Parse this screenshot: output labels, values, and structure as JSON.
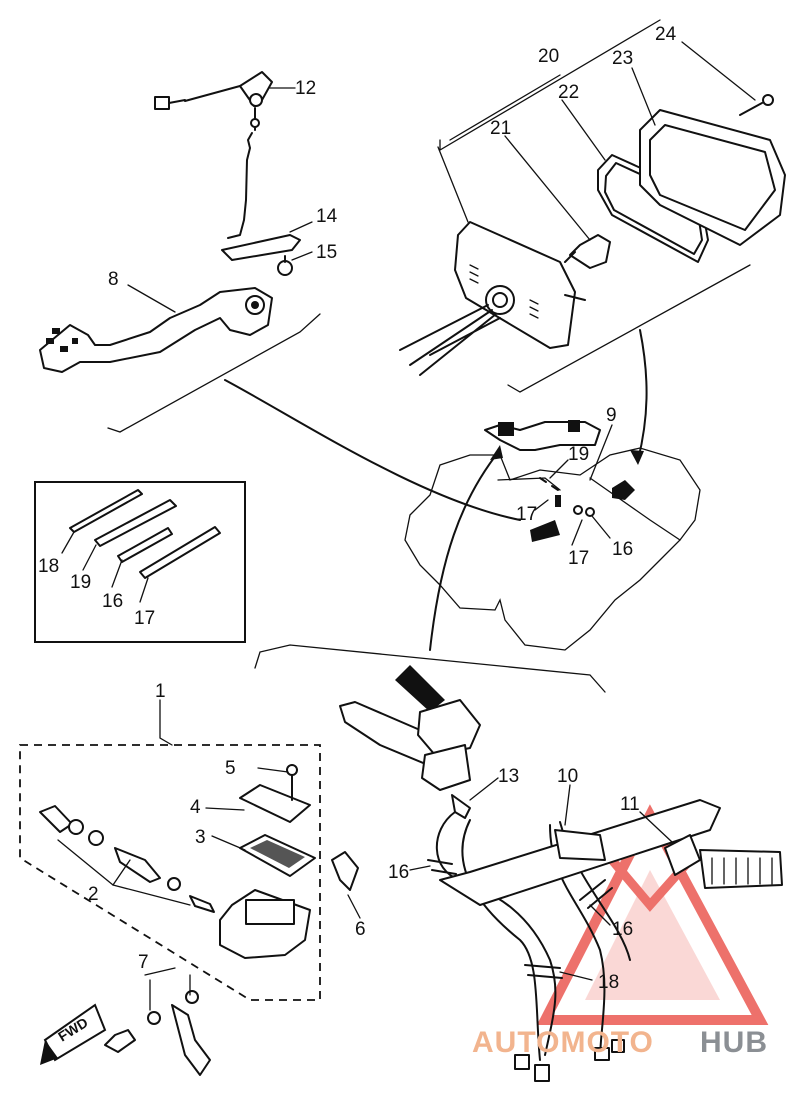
{
  "callouts": {
    "c1": "1",
    "c2": "2",
    "c3": "3",
    "c4": "4",
    "c5": "5",
    "c6": "6",
    "c7": "7",
    "c8": "8",
    "c9": "9",
    "c10": "10",
    "c11": "11",
    "c12": "12",
    "c13": "13",
    "c14": "14",
    "c15": "15",
    "c16_inset": "16",
    "c16_body": "16",
    "c16_left": "16",
    "c16_right": "16",
    "c17_inset": "17",
    "c17_body_a": "17",
    "c17_body_b": "17",
    "c18_inset": "18",
    "c18_harness": "18",
    "c19_inset": "19",
    "c19_body": "19",
    "c20": "20",
    "c21": "21",
    "c22": "22",
    "c23": "23",
    "c24": "24"
  },
  "fwd_arrow": {
    "label": "FWD"
  },
  "watermark": {
    "brand_accent": "AUTOMOTO",
    "brand_rest": "HUB",
    "accent_color": "#e8423a",
    "text_accent_color": "#f2b48e",
    "text_rest_color": "#8b8f94"
  },
  "colors": {
    "line": "#111111",
    "background": "#ffffff"
  }
}
